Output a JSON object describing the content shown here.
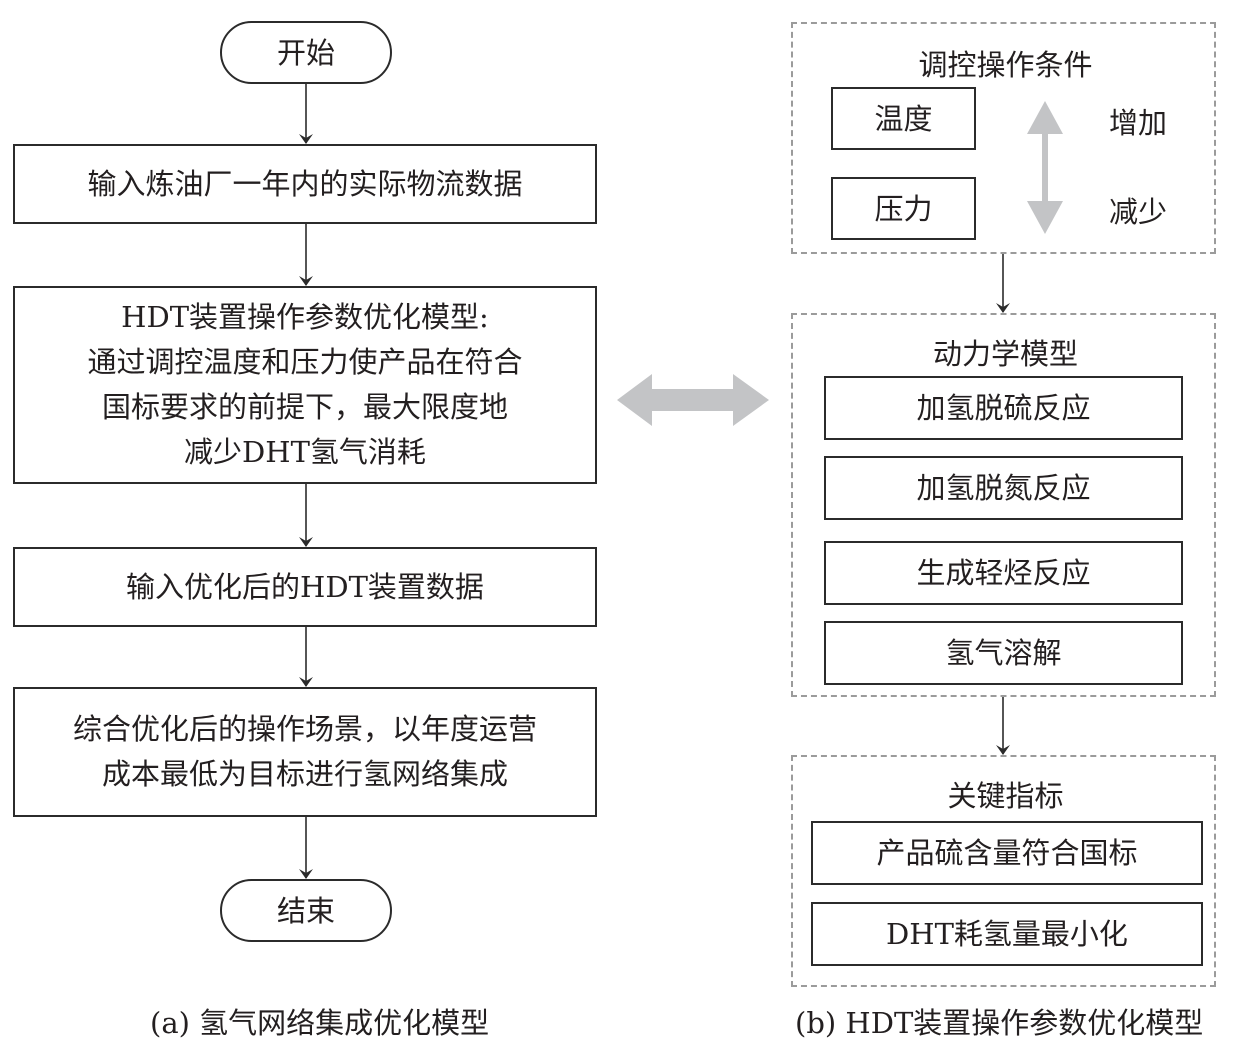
{
  "left": {
    "start": "开始",
    "steps": [
      "输入炼油厂一年内的实际物流数据",
      "HDT装置操作参数优化模型:\n通过调控温度和压力使产品在符合\n国标要求的前提下，最大限度地\n减少DHT氢气消耗",
      "输入优化后的HDT装置数据",
      "综合优化后的操作场景，以年度运营\n成本最低为目标进行氢网络集成"
    ],
    "end": "结束",
    "caption": "(a) 氢气网络集成优化模型"
  },
  "right": {
    "conditions": {
      "title": "调控操作条件",
      "items": [
        "温度",
        "压力"
      ],
      "increase": "增加",
      "decrease": "减少"
    },
    "kinetics": {
      "title": "动力学模型",
      "items": [
        "加氢脱硫反应",
        "加氢脱氮反应",
        "生成轻烃反应",
        "氢气溶解"
      ]
    },
    "indicators": {
      "title": "关键指标",
      "items": [
        "产品硫含量符合国标",
        "DHT耗氢量最小化"
      ]
    },
    "caption": "(b) HDT装置操作参数优化模型"
  },
  "colors": {
    "stroke": "#2b2b2b",
    "dashed_border": "#9b9b9b",
    "gray_arrow": "#c3c4c6"
  }
}
